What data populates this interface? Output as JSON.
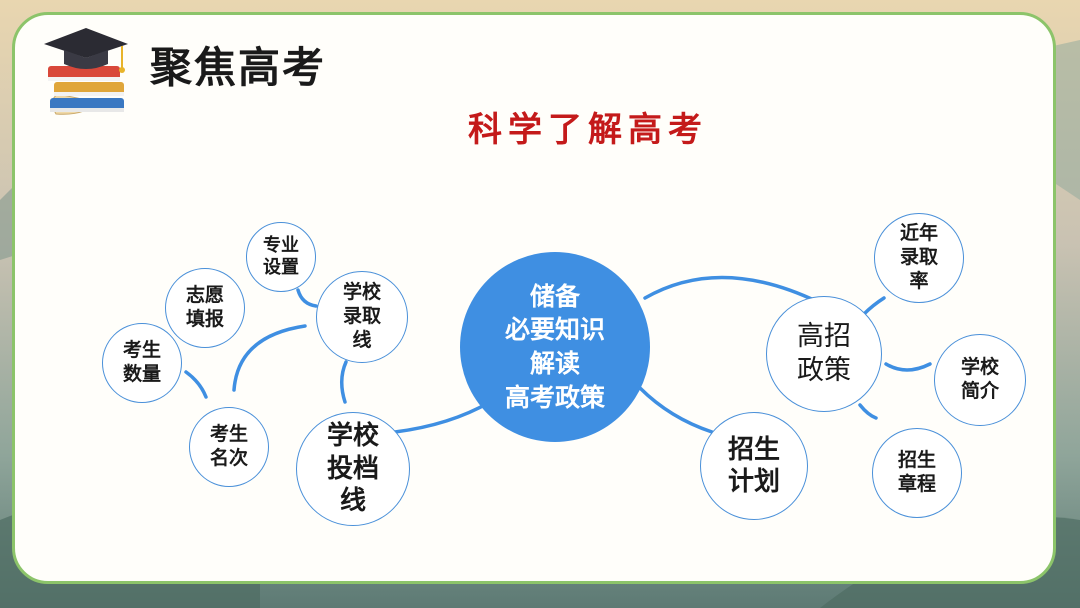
{
  "header": {
    "title": "聚焦高考",
    "subtitle": "科学了解高考"
  },
  "center": {
    "label": "储备\n必要知识\n解读\n高考政策"
  },
  "nodes": {
    "xuexiao_toudangxian": "学校\n投档\n线",
    "kaosheng_mingci": "考生\n名次",
    "kaosheng_shuliang": "考生\n数量",
    "zhiyuan_tianbao": "志愿\n填报",
    "zhuanye_shezhi": "专业\n设置",
    "xuexiao_luquxian": "学校\n录取\n线",
    "gaozhao_zhengce": "高招\n政策",
    "jinnian_luqulv": "近年\n录取\n率",
    "xuexiao_jianjie": "学校\n简介",
    "zhaosheng_zhangcheng": "招生\n章程",
    "zhaosheng_jihua": "招生\n计划"
  },
  "colors": {
    "center": "#3f8fe2",
    "link": "#3f8fe2",
    "subtitle": "#c41a1a",
    "frame": "#8cc46a"
  },
  "icons": {
    "header": "graduation-cap-books-icon"
  }
}
